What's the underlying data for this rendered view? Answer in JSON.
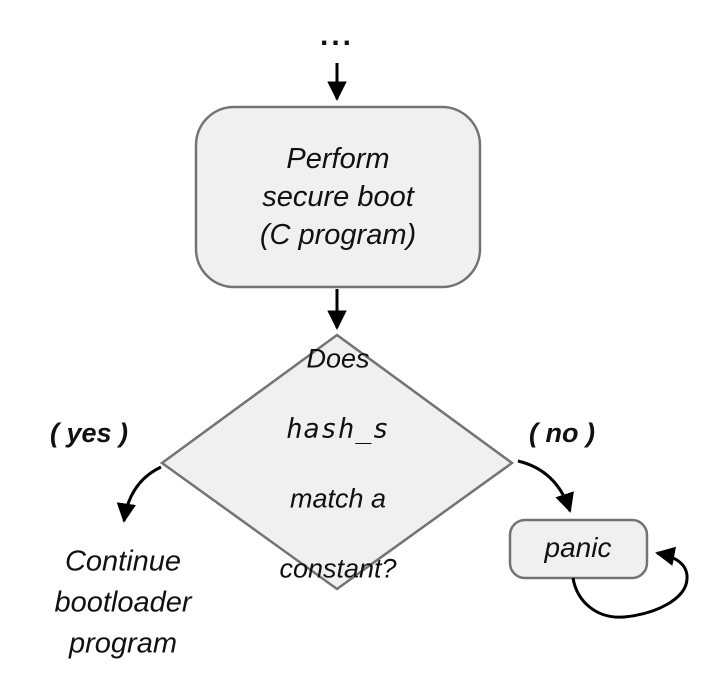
{
  "colors": {
    "background": "#ffffff",
    "node_fill": "#f0f0f0",
    "node_border": "#737373",
    "arrow": "#000000",
    "text": "#111111"
  },
  "flowchart": {
    "ellipsis": "...",
    "process_label": "Perform\nsecure boot\n(C program)",
    "decision": {
      "line1": "Does",
      "code": "hash_s",
      "line2": "match a",
      "line3": "constant?"
    },
    "edge_yes_label": "( yes )",
    "edge_no_label": "( no )",
    "outcome_yes_label": "Continue\nbootloader\nprogram",
    "panic_label": "panic"
  }
}
